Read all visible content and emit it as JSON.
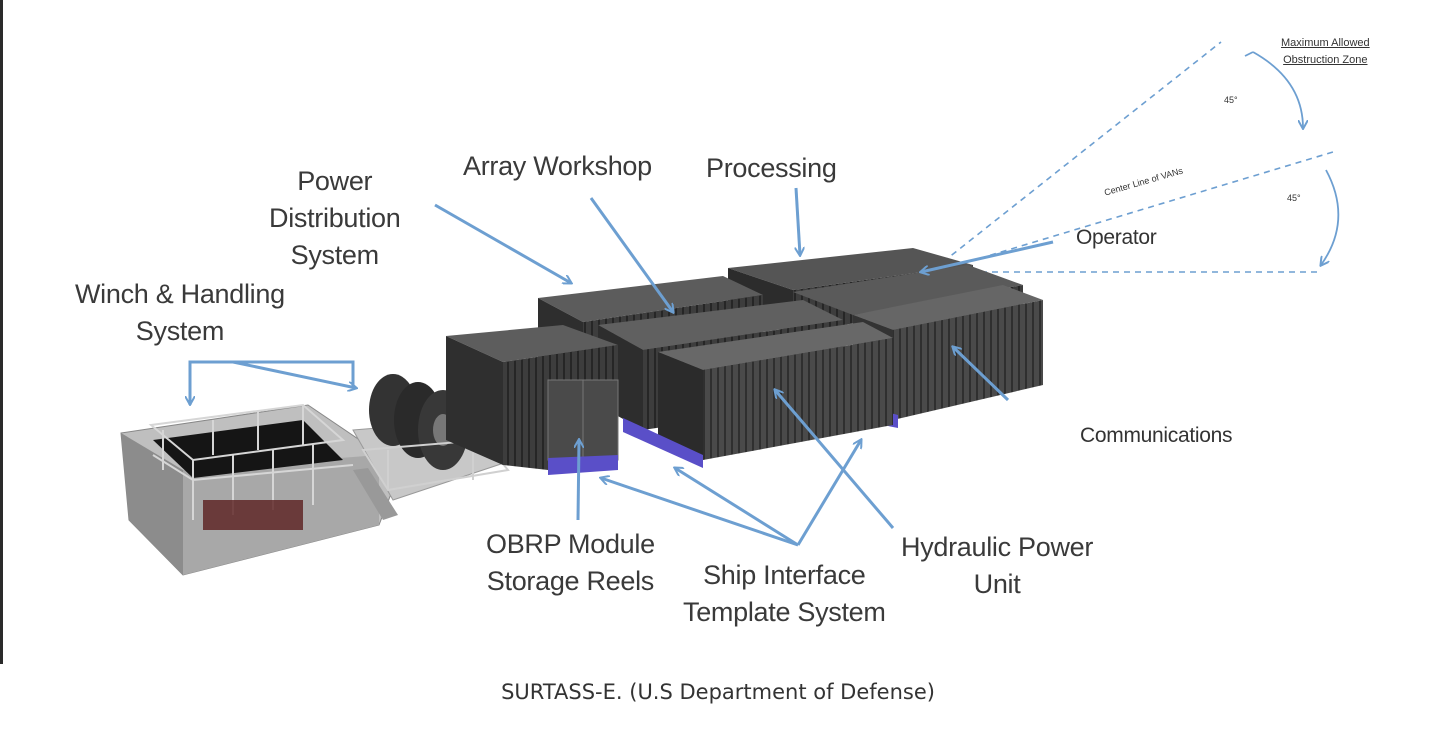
{
  "labels": {
    "power_distribution": "Power\nDistribution\nSystem",
    "array_workshop": "Array Workshop",
    "processing": "Processing",
    "operator": "Operator",
    "winch_handling": "Winch & Handling\nSystem",
    "communications": "Communications",
    "obrp_module": "OBRP Module\nStorage Reels",
    "ship_interface": "Ship Interface\nTemplate System",
    "hydraulic_power": "Hydraulic Power\nUnit",
    "max_obstruction": "Maximum Allowed\nObstruction Zone",
    "angle_upper": "45°",
    "angle_lower": "45°",
    "center_line": "Center Line of VANs"
  },
  "colors": {
    "arrow": "#6d9fd1",
    "container": "#3a3a3a",
    "reel_base": "#5a4fc8"
  },
  "caption": "SURTASS-E. (U.S Department of Defense)"
}
